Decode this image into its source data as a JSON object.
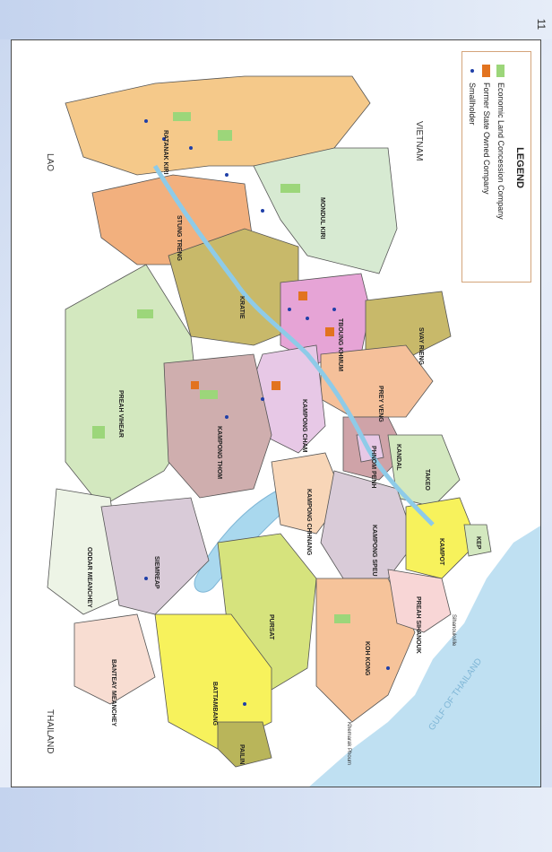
{
  "page_number": "11",
  "colors": {
    "sea": "#bfe0f2",
    "ocean_text": "#7fb6d6",
    "neighbor": "#ffffff",
    "border": "#555555",
    "elc": "#9cd67a",
    "state_owned": "#e2731f",
    "smallholder": "#1f3fa8"
  },
  "countries": {
    "thailand": "THAILAND",
    "lao": "LAO",
    "vietnam": "VIETNAM",
    "gulf": "GULF OF THAILAND"
  },
  "provinces": [
    {
      "name": "RATANAK KIRI",
      "color": "#f5c98a"
    },
    {
      "name": "MONDUL KIRI",
      "color": "#d7ead2"
    },
    {
      "name": "STUNG TRENG",
      "color": "#f2b07e"
    },
    {
      "name": "KRATIE",
      "color": "#c8b96a"
    },
    {
      "name": "TBOUNG KHMUM",
      "color": "#e6a4d6"
    },
    {
      "name": "SVAY RIENG",
      "color": "#c8b96a"
    },
    {
      "name": "PREY VENG",
      "color": "#f5c09a"
    },
    {
      "name": "KAMPONG CHAM",
      "color": "#e7c8e6"
    },
    {
      "name": "PREAH VIHEAR",
      "color": "#d3e8bf"
    },
    {
      "name": "KAMPONG THOM",
      "color": "#cfaeae"
    },
    {
      "name": "KANDAL",
      "color": "#cfa3a8"
    },
    {
      "name": "PHNOM PENH",
      "color": "#e7c8e6"
    },
    {
      "name": "TAKEO",
      "color": "#d3e8bf"
    },
    {
      "name": "KAMPONG CHHNANG",
      "color": "#f8d6b8"
    },
    {
      "name": "KAMPONG SPEU",
      "color": "#d9cbd8"
    },
    {
      "name": "KAMPOT",
      "color": "#f7f25c"
    },
    {
      "name": "KEP",
      "color": "#d3e8bf"
    },
    {
      "name": "ODDAR MEANCHEY",
      "color": "#edf4e6"
    },
    {
      "name": "SIEMREAP",
      "color": "#d9cbd8"
    },
    {
      "name": "PURSAT",
      "color": "#d6e37d"
    },
    {
      "name": "KOH KONG",
      "color": "#f6c39a"
    },
    {
      "name": "PREAH SIHANOUK",
      "color": "#f8d6d6"
    },
    {
      "name": "BANTEAY MEANCHEY",
      "color": "#f8ddd2"
    },
    {
      "name": "BATTAMBANG",
      "color": "#f7f25c"
    },
    {
      "name": "PAILIN",
      "color": "#b9b55a"
    }
  ],
  "small_labels": {
    "koh_kong_city": "Khemarak Phoum",
    "sihanoukville": "Sihanoukville"
  },
  "legend": {
    "title": "LEGEND",
    "items": [
      {
        "label": "Economic Land Concession Company",
        "kind": "elc"
      },
      {
        "label": "Former State Owned Company",
        "kind": "state_owned"
      },
      {
        "label": "Smallholder",
        "kind": "smallholder"
      }
    ]
  }
}
